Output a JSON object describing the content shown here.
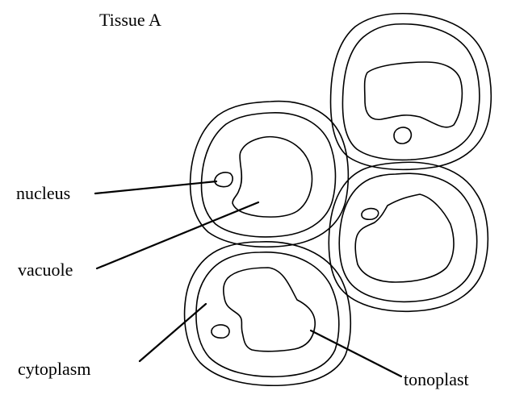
{
  "title": "Tissue A",
  "labels": {
    "nucleus": "nucleus",
    "vacuole": "vacuole",
    "cytoplasm": "cytoplasm",
    "tonoplast": "tonoplast"
  },
  "colors": {
    "ink": "#000000",
    "background": "#ffffff"
  }
}
